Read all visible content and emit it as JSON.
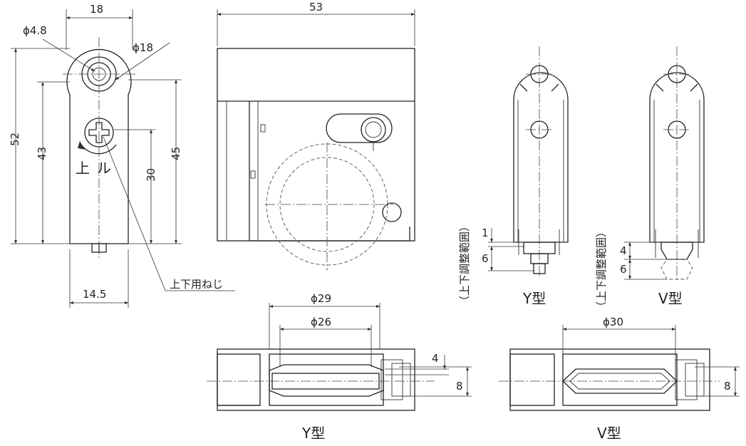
{
  "dimensions": {
    "d18_top": "18",
    "phi48": "ϕ4.8",
    "phi18": "ϕ18",
    "d52": "52",
    "d43": "43",
    "d45": "45",
    "d30": "30",
    "d145": "14.5",
    "d53": "53",
    "phi29": "ϕ29",
    "phi26": "ϕ26",
    "phi30": "ϕ30",
    "d4_bottom": "4",
    "d8_y": "8",
    "d8_v": "8",
    "d1_y": "1",
    "d6_y": "6",
    "d4_v": "4",
    "d6_v": "6"
  },
  "labels": {
    "up_mark": "上",
    "left_mark": "ル",
    "screw_callout": "上下用ねじ",
    "adjust_range_y": "（上下調整範囲）",
    "adjust_range_v": "（上下調整範囲）",
    "y_type_side": "Y型",
    "v_type_side": "V型",
    "y_type_bottom": "Y型",
    "v_type_bottom": "V型"
  },
  "icons": [
    "phillips-screw-icon",
    "rotation-arrow-icon"
  ]
}
